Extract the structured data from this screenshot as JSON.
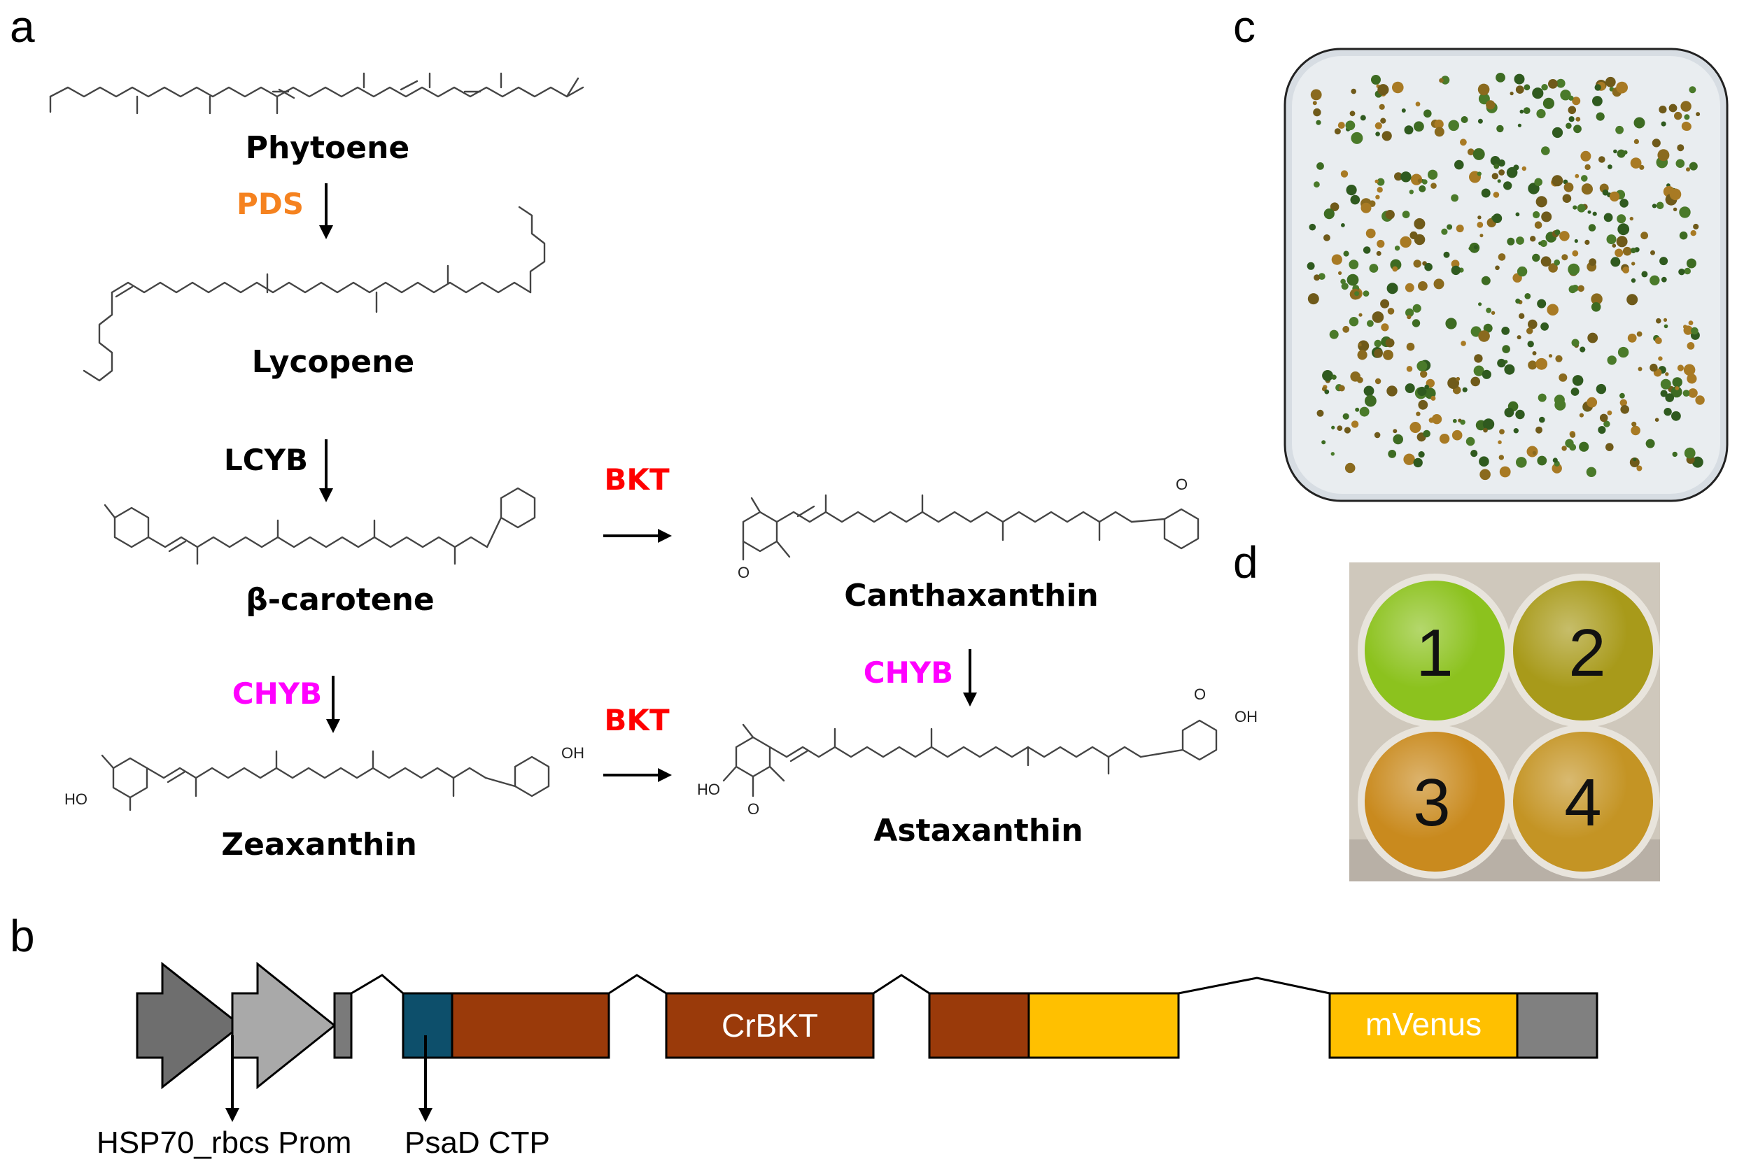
{
  "panels": {
    "a": "a",
    "b": "b",
    "c": "c",
    "d": "d"
  },
  "pathway": {
    "compounds": {
      "phytoene": "Phytoene",
      "lycopene": "Lycopene",
      "beta_carotene": "β-carotene",
      "canthaxanthin": "Canthaxanthin",
      "zeaxanthin": "Zeaxanthin",
      "astaxanthin": "Astaxanthin"
    },
    "enzymes": {
      "pds": {
        "label": "PDS",
        "color": "#f5821f"
      },
      "lcyb": {
        "label": "LCYB",
        "color": "#000000"
      },
      "bkt_upper": {
        "label": "BKT",
        "color": "#ff0000"
      },
      "bkt_lower": {
        "label": "BKT",
        "color": "#ff0000"
      },
      "chyb_left": {
        "label": "CHYB",
        "color": "#ff00ff"
      },
      "chyb_right": {
        "label": "CHYB",
        "color": "#ff00ff"
      }
    },
    "atoms": {
      "oxo": "O",
      "hydroxyl": "OH",
      "hydroxyl_left": "HO"
    }
  },
  "construct": {
    "genes": {
      "crbkt": "CrBKT",
      "mvenus": "mVenus"
    },
    "annotations": {
      "promoter": "HSP70_rbcs Prom",
      "ctp": "PsaD CTP"
    },
    "colors": {
      "hsp70": "#6e6e6e",
      "rbcs": "#a9a9a9",
      "intron_stub": "#7a7a7a",
      "ctp": "#0d4f6b",
      "crbkt": "#9a3a0a",
      "mvenus": "#ffc000",
      "terminator": "#808080"
    }
  },
  "culture_wells": {
    "labels": [
      "1",
      "2",
      "3",
      "4"
    ],
    "colors": [
      "#8cc21e",
      "#a89a1a",
      "#c98a1e",
      "#c49424"
    ]
  }
}
